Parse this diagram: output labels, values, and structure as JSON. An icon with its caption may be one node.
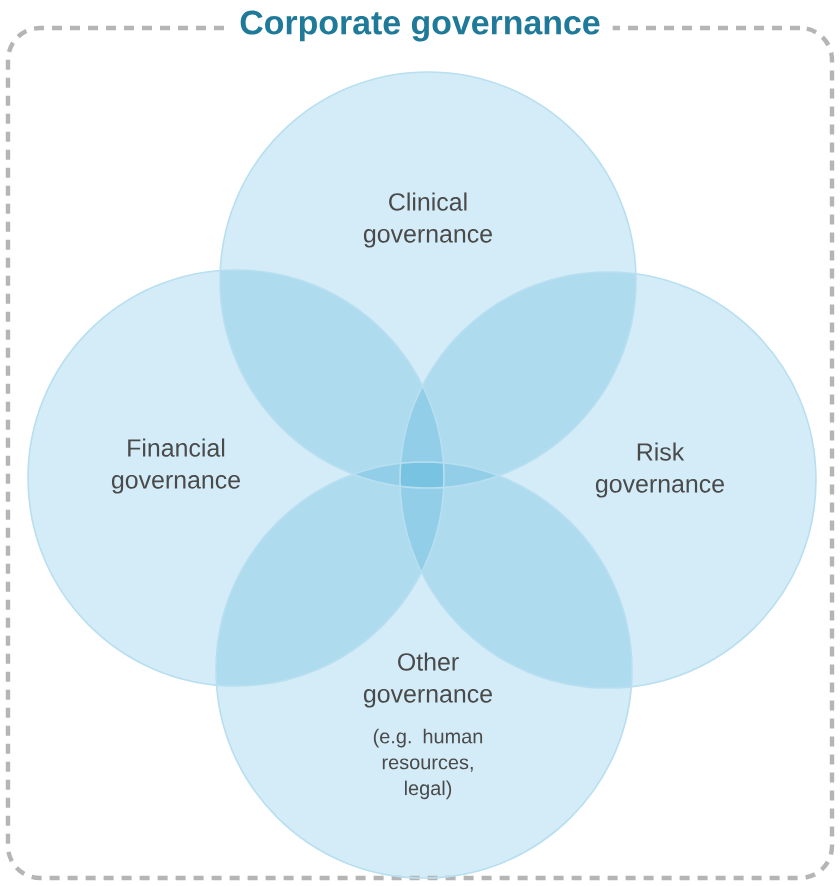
{
  "diagram": {
    "nodes": [
      {
        "text": [
          "Corporate governance"
        ]
      },
      {
        "text": [
          "Clinical governance"
        ],
        "in": 0
      },
      {
        "text": [
          "Financial governance"
        ],
        "in": 0
      },
      {
        "text": [
          "Risk governance"
        ],
        "in": 0
      },
      {
        "text": [
          "Other governance",
          "(e.g. human resources, legal)"
        ],
        "in": 0
      }
    ]
  }
}
